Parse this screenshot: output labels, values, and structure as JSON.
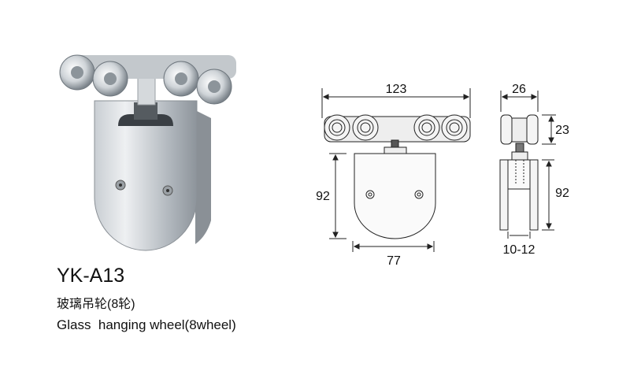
{
  "product": {
    "model": "YK-A13",
    "name_cn": "玻璃吊轮(8轮)",
    "name_en": "Glass  hanging wheel(8wheel)"
  },
  "front_view": {
    "total_width": "123",
    "plate_height": "92",
    "plate_width": "77"
  },
  "side_view": {
    "wheel_width": "26",
    "wheel_height": "23",
    "plate_height": "92",
    "glass_thickness": "10-12"
  }
}
